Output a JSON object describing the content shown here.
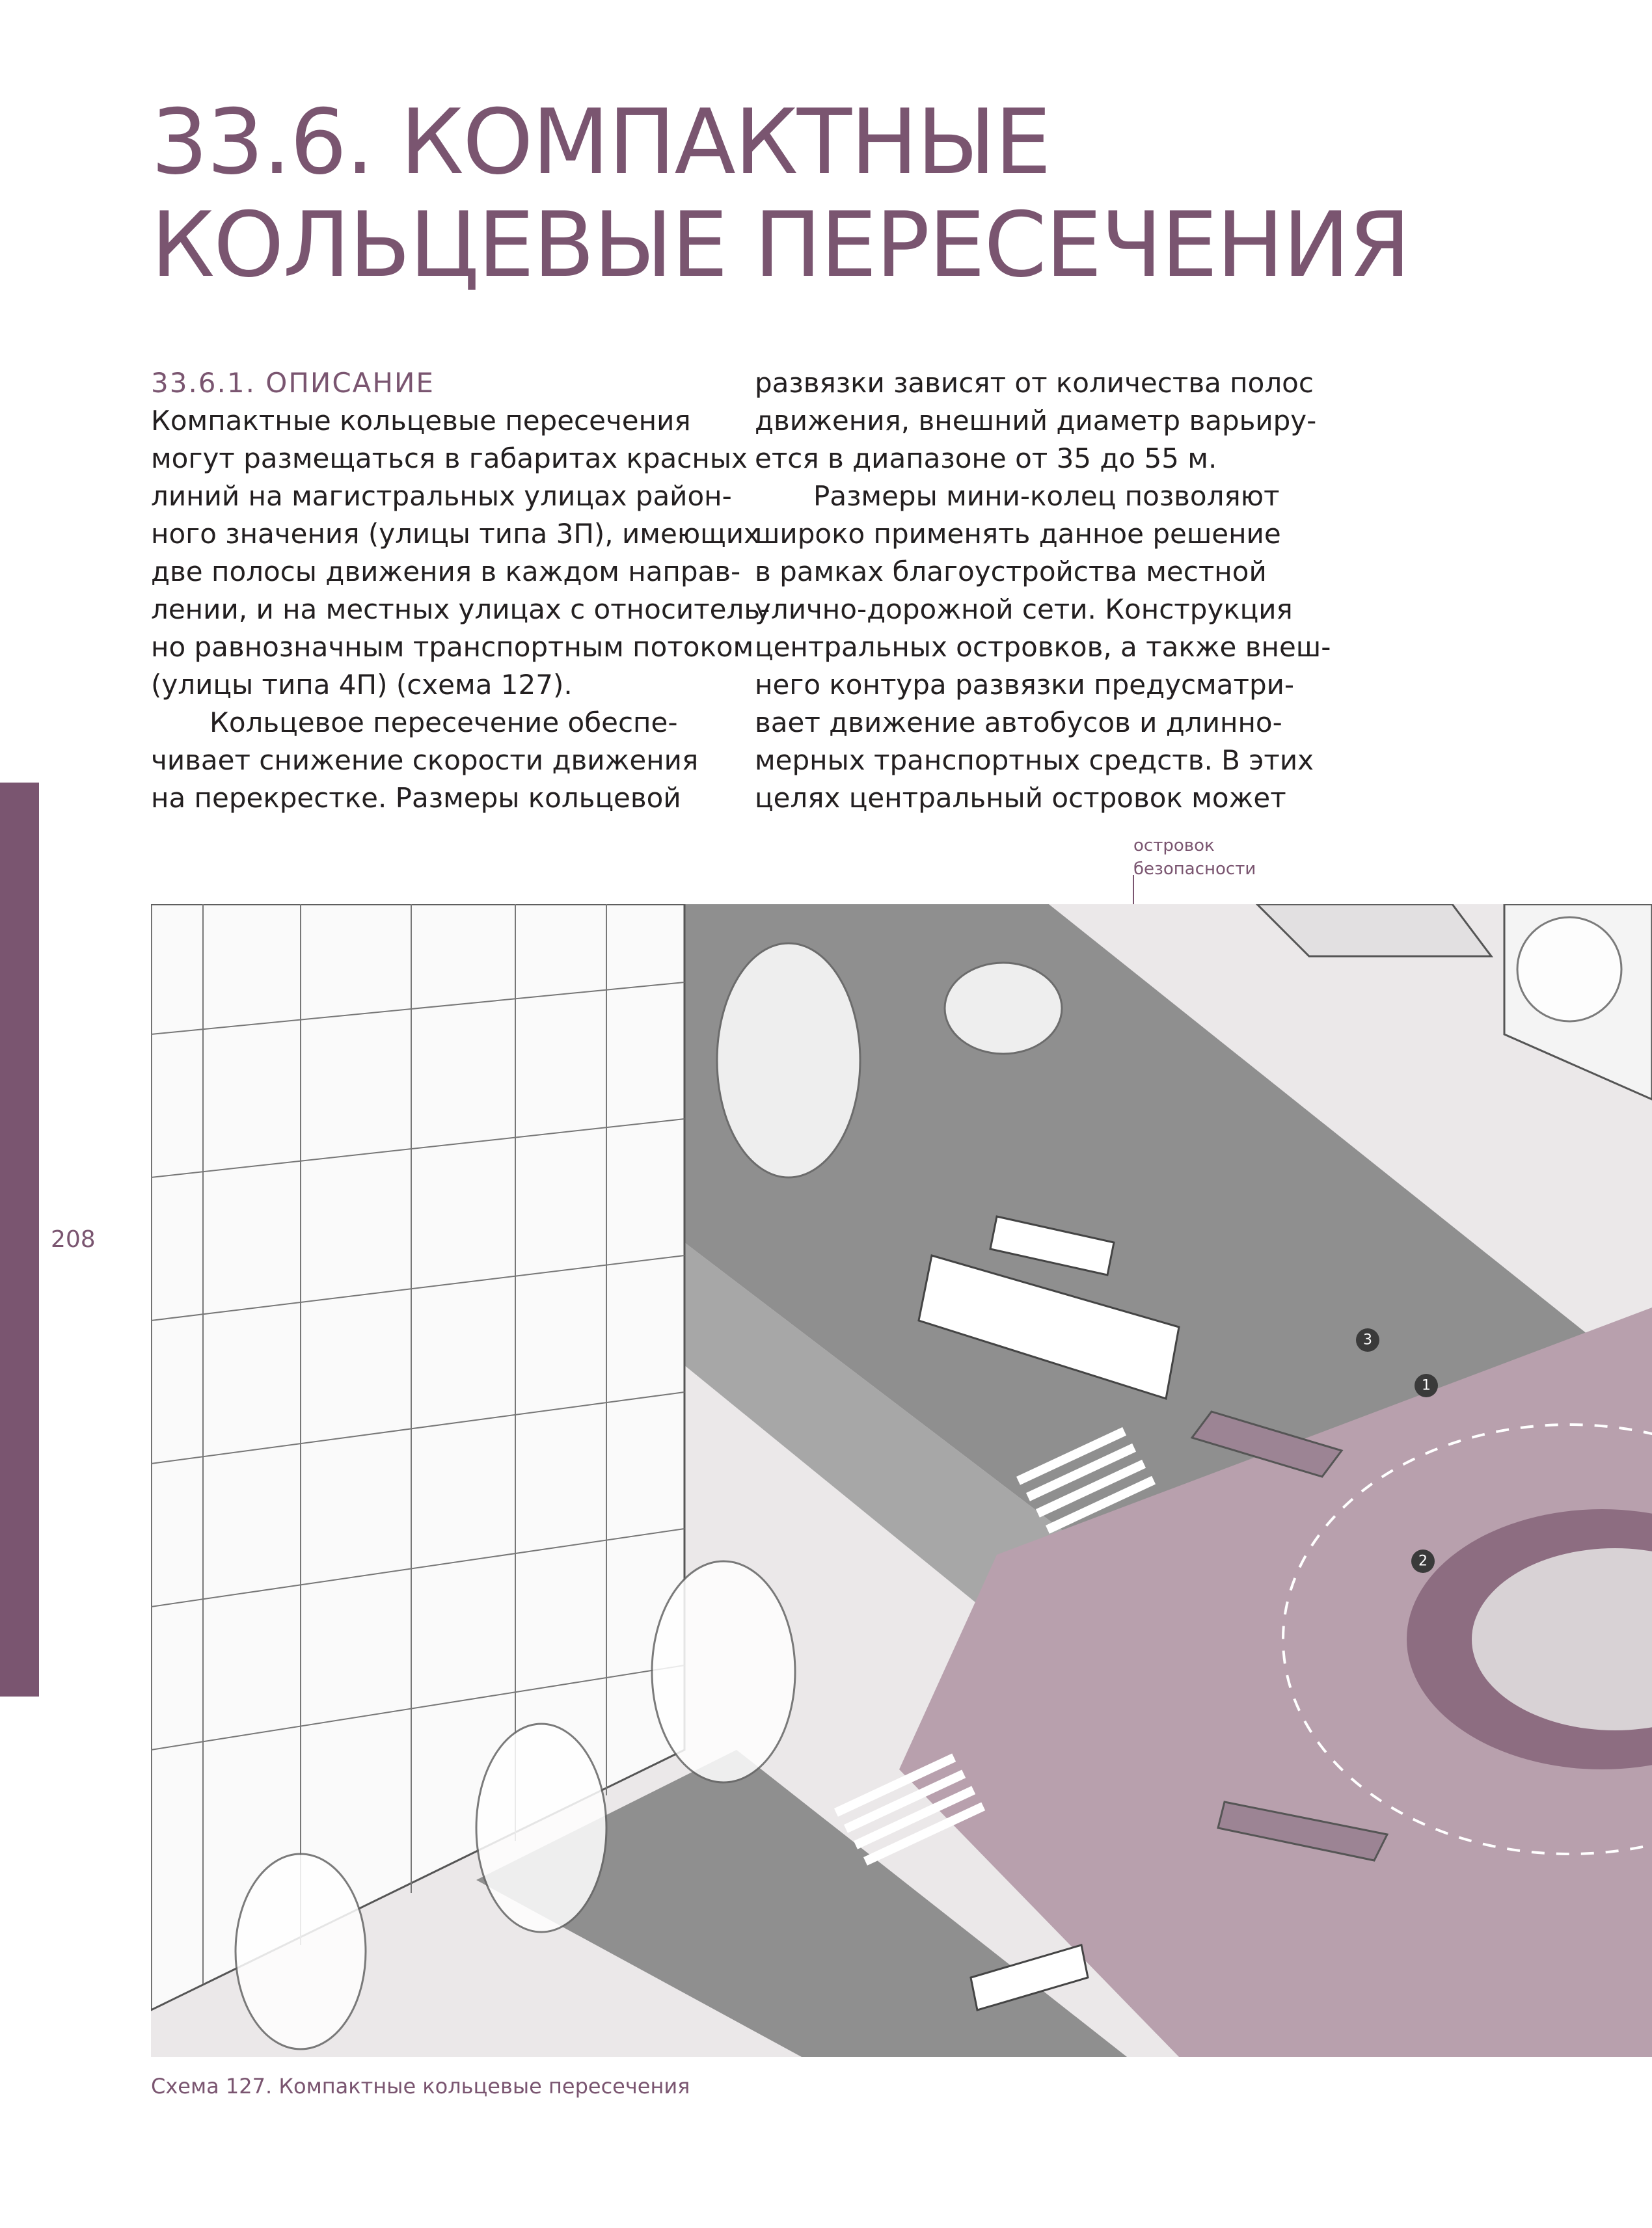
{
  "page_number": "208",
  "title": {
    "line1": "33.6. КОМПАКТНЫЕ",
    "line2": "КОЛЬЦЕВЫЕ ПЕРЕСЕЧЕНИЯ"
  },
  "section": {
    "heading": "33.6.1. ОПИСАНИЕ",
    "left_lines": [
      "Компактные кольцевые пересечения",
      "могут размещаться в габаритах красных",
      "линий на магистральных улицах район-",
      "ного значения (улицы типа 3П), имеющих",
      "две полосы движения в каждом направ-",
      "лении, и на местных улицах с относитель-",
      "но равнозначным транспортным потоком",
      "(улицы типа 4П) (схема 127).",
      "Кольцевое пересечение обеспе-",
      "чивает снижение скорости движения",
      "на перекрестке. Размеры кольцевой"
    ],
    "right_lines": [
      "развязки зависят от количества полос",
      "движения, внешний диаметр варьиру-",
      "ется в диапазоне от 35 до 55 м.",
      "Размеры мини-колец  позволяют",
      "широко применять данное решение",
      "в рамках благоустройства местной",
      "улично-дорожной сети. Конструкция",
      "центральных островков, а также внеш-",
      "него контура развязки предусматри-",
      "вает движение автобусов и длинно-",
      "мерных транспортных средств. В этих",
      "целях центральный островок может"
    ]
  },
  "illustration": {
    "callout_line1": "островок",
    "callout_line2": "безопасности",
    "markers": [
      "1",
      "2",
      "3"
    ],
    "colors": {
      "accent": "#7a5570",
      "roundabout": "#b8a0ad",
      "road": "#8f8f8f",
      "building": "#fafafa"
    }
  },
  "caption": "Схема 127. Компактные кольцевые пересечения"
}
